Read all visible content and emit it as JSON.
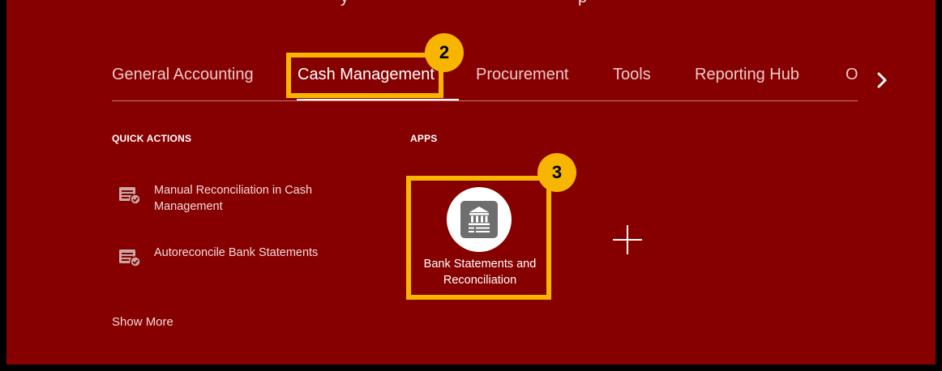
{
  "header": {
    "title_fragments": [
      "y",
      "p"
    ]
  },
  "tabs": [
    {
      "label": "General Accounting",
      "active": false
    },
    {
      "label": "Cash Management",
      "active": true
    },
    {
      "label": "Procurement",
      "active": false
    },
    {
      "label": "Tools",
      "active": false
    },
    {
      "label": "Reporting Hub",
      "active": false
    },
    {
      "label": "O",
      "active": false
    }
  ],
  "quick_actions": {
    "heading": "QUICK ACTIONS",
    "items": [
      {
        "label": "Manual Reconciliation in Cash Management",
        "icon": "reconcile-icon"
      },
      {
        "label": "Autoreconcile Bank Statements",
        "icon": "reconcile-icon"
      }
    ],
    "show_more": "Show More"
  },
  "apps": {
    "heading": "APPS",
    "items": [
      {
        "label": "Bank Statements and Reconciliation",
        "icon": "bank-icon"
      }
    ],
    "add_icon": "plus-icon"
  },
  "callouts": [
    {
      "number": "2"
    },
    {
      "number": "3"
    }
  ],
  "colors": {
    "background": "#860000",
    "highlight": "#f7b500",
    "text": "#ffffff"
  }
}
